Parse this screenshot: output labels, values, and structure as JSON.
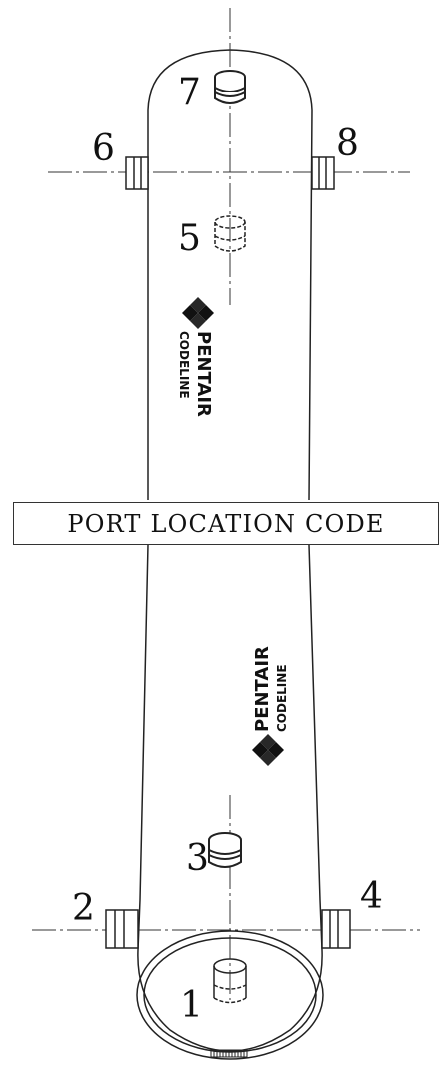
{
  "ports": [
    {
      "label": "1"
    },
    {
      "label": "2"
    },
    {
      "label": "3"
    },
    {
      "label": "4"
    },
    {
      "label": "5"
    },
    {
      "label": "6"
    },
    {
      "label": "7"
    },
    {
      "label": "8"
    }
  ],
  "caption": "PORT LOCATION CODE",
  "brand": {
    "name": "PENTAIR",
    "sub": "CODELINE"
  }
}
